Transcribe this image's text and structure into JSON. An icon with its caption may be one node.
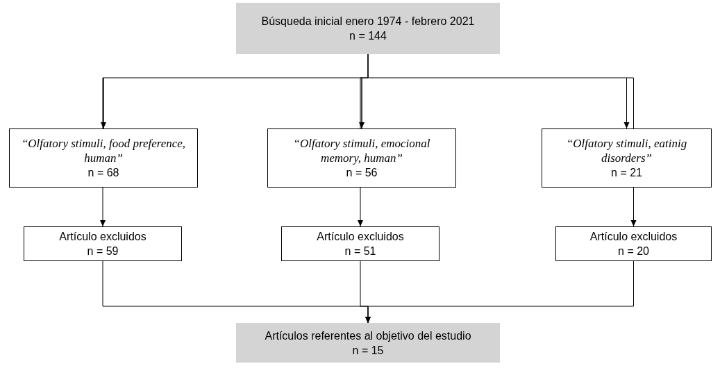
{
  "diagram": {
    "nodes": [
      {
        "text": [
          "Búsqueda inicial enero 1974 - febrero 2021",
          "n = 144"
        ]
      },
      {
        "text": [
          "“Olfatory stimuli, food preference, human”",
          "n = 68"
        ]
      },
      {
        "text": [
          "“Olfatory stimuli, emocional memory, human”",
          "n = 56"
        ]
      },
      {
        "text": [
          "“Olfatory stimuli, eatinig disorders”",
          "n = 21"
        ]
      },
      {
        "text": [
          "Artículo excluidos",
          "n = 59"
        ]
      },
      {
        "text": [
          "Artículo excluidos",
          "n = 51"
        ]
      },
      {
        "text": [
          "Artículo excluidos",
          "n = 20"
        ]
      },
      {
        "text": [
          "Artículos referentes al objetivo del estudio",
          "n = 15"
        ]
      }
    ],
    "edges": [
      {
        "from": 0,
        "to": 1,
        "arrow": "to"
      },
      {
        "from": 0,
        "to": 2,
        "arrow": "to"
      },
      {
        "from": 0,
        "to": 3,
        "arrow": "to"
      },
      {
        "from": 1,
        "to": 4,
        "arrow": "to"
      },
      {
        "from": 2,
        "to": 5,
        "arrow": "to"
      },
      {
        "from": 3,
        "to": 6,
        "arrow": "to"
      },
      {
        "from": 4,
        "to": 7,
        "arrow": "to"
      },
      {
        "from": 5,
        "to": 7,
        "arrow": "to"
      },
      {
        "from": 6,
        "to": 7,
        "arrow": "to"
      }
    ]
  }
}
